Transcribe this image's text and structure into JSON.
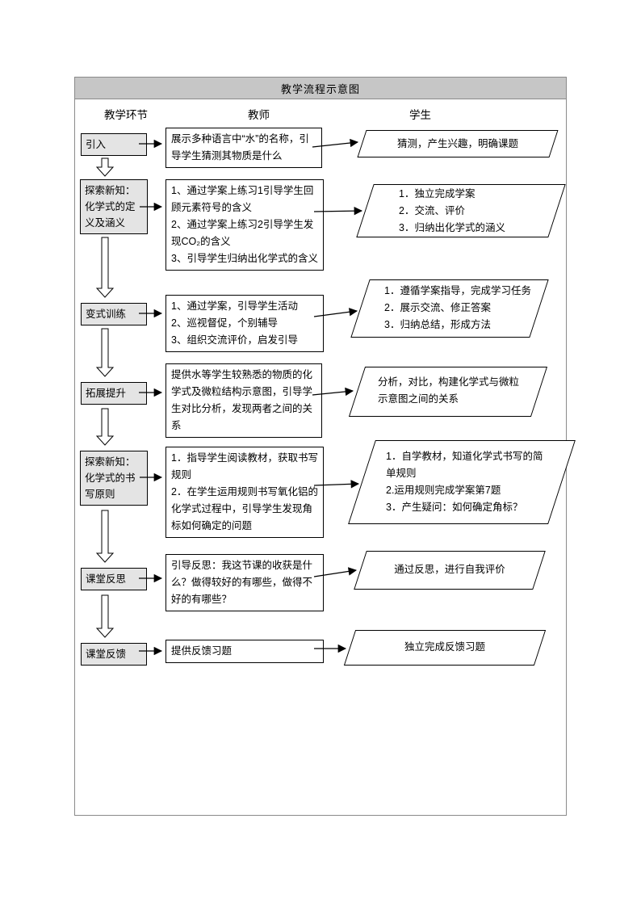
{
  "title": "教学流程示意图",
  "headers": {
    "stage": "教学环节",
    "teacher": "教师",
    "student": "学生"
  },
  "rows": [
    {
      "stage": "引入",
      "teacher": "展示多种语言中“水”的名称，引导学生猜测其物质是什么",
      "student": "猜测，产生兴趣，明确课题"
    },
    {
      "stage": "探索新知：化学式的定义及涵义",
      "teacher": "1、通过学案上练习1引导学生回顾元素符号的含义\n2、通过学案上练习2引导学生发现CO₂的含义\n3、引导学生归纳出化学式的含义",
      "student": "1．独立完成学案\n2．交流、评价\n3．归纳出化学式的涵义"
    },
    {
      "stage": "变式训练",
      "teacher": "1、通过学案，引导学生活动\n2、巡视督促，个别辅导\n3、组织交流评价，启发引导",
      "student": "1．遵循学案指导，完成学习任务\n2．展示交流、修正答案\n3．归纳总结，形成方法"
    },
    {
      "stage": "拓展提升",
      "teacher": "提供水等学生较熟悉的物质的化学式及微粒结构示意图，引导学生对比分析，发现两者之间的关系",
      "student": "分析，对比，构建化学式与微粒示意图之间的关系"
    },
    {
      "stage": "探索新知：化学式的书写原则",
      "teacher": "1．指导学生阅读教材，获取书写规则\n2．在学生运用规则书写氧化铝的化学式过程中，引导学生发现角标如何确定的问题",
      "student": "1．自学教材，知道化学式书写的简单规则\n2.运用规则完成学案第7题\n3．产生疑问：如何确定角标？"
    },
    {
      "stage": "课堂反思",
      "teacher": "引导反思：我这节课的收获是什么？做得较好的有哪些，做得不好的有哪些？",
      "student": "通过反思，进行自我评价"
    },
    {
      "stage": "课堂反馈",
      "teacher": "提供反馈习题",
      "student": "独立完成反馈习题"
    }
  ],
  "colors": {
    "title_bar": "#c6c6c6",
    "stage_fill": "#e4e4e4",
    "box_border": "#000000",
    "frame_border": "#8a8a8a"
  }
}
